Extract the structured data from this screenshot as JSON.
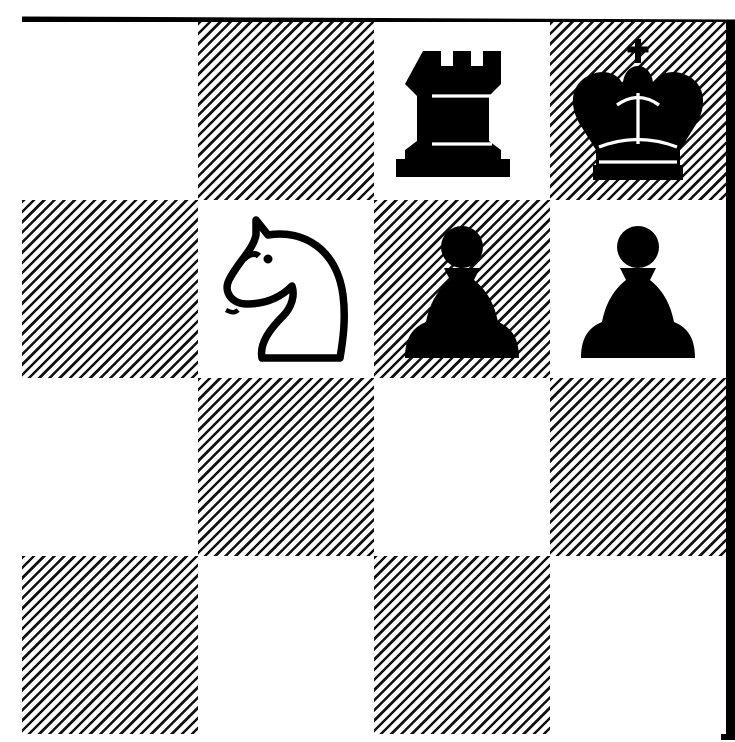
{
  "board": {
    "colors": {
      "dark_hatch": "#111111",
      "light": "#ffffff",
      "border": "#000000"
    },
    "squares": [
      {
        "row": 0,
        "col": 0,
        "shade": "light",
        "piece": null
      },
      {
        "row": 0,
        "col": 1,
        "shade": "dark",
        "piece": null
      },
      {
        "row": 0,
        "col": 2,
        "shade": "light",
        "piece": {
          "type": "rook",
          "color": "black"
        }
      },
      {
        "row": 0,
        "col": 3,
        "shade": "dark",
        "piece": {
          "type": "king",
          "color": "black"
        }
      },
      {
        "row": 1,
        "col": 0,
        "shade": "dark",
        "piece": null
      },
      {
        "row": 1,
        "col": 1,
        "shade": "light",
        "piece": {
          "type": "knight",
          "color": "white"
        }
      },
      {
        "row": 1,
        "col": 2,
        "shade": "dark",
        "piece": {
          "type": "pawn",
          "color": "black"
        }
      },
      {
        "row": 1,
        "col": 3,
        "shade": "light",
        "piece": {
          "type": "pawn",
          "color": "black"
        }
      },
      {
        "row": 2,
        "col": 0,
        "shade": "light",
        "piece": null
      },
      {
        "row": 2,
        "col": 1,
        "shade": "dark",
        "piece": null
      },
      {
        "row": 2,
        "col": 2,
        "shade": "light",
        "piece": null
      },
      {
        "row": 2,
        "col": 3,
        "shade": "dark",
        "piece": null
      },
      {
        "row": 3,
        "col": 0,
        "shade": "dark",
        "piece": null
      },
      {
        "row": 3,
        "col": 1,
        "shade": "light",
        "piece": null
      },
      {
        "row": 3,
        "col": 2,
        "shade": "dark",
        "piece": null
      },
      {
        "row": 3,
        "col": 3,
        "shade": "light",
        "piece": null
      }
    ]
  }
}
